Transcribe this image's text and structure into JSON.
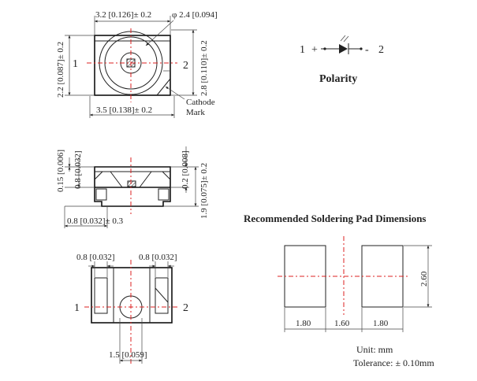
{
  "top_view": {
    "width_dim": "3.2 [0.126]± 0.2",
    "lens_dim": "φ 2.4 [0.094]",
    "left_height_dim": "2.2 [0.087]± 0.2",
    "right_height_dim": "2.8 [0.110]± 0.2",
    "bottom_width_dim": "3.5 [0.138]± 0.2",
    "cathode_label_1": "Cathode",
    "cathode_label_2": "Mark",
    "pin1": "1",
    "pin2": "2"
  },
  "polarity": {
    "pin1": "1",
    "plus": "+",
    "minus": "-",
    "pin2": "2",
    "title": "Polarity"
  },
  "side_view": {
    "dim_015": "0.15 [0.006]",
    "dim_08v": "0.8 [0.032]",
    "dim_02": "0.2 [0.008]",
    "dim_19": "1.9 [0.075]± 0.2",
    "dim_08h": "0.8 [0.032]± 0.3"
  },
  "bottom_view": {
    "left_pad_dim": "0.8 [0.032]",
    "right_pad_dim": "0.8 [0.032]",
    "center_dim": "1.5 [0.059]",
    "pin1": "1",
    "pin2": "2"
  },
  "soldering": {
    "title": "Recommended Soldering Pad Dimensions",
    "height_dim": "2.60",
    "pad_left": "1.80",
    "gap": "1.60",
    "pad_right": "1.80",
    "unit": "Unit: mm",
    "tolerance": "Tolerance: ± 0.10mm"
  }
}
